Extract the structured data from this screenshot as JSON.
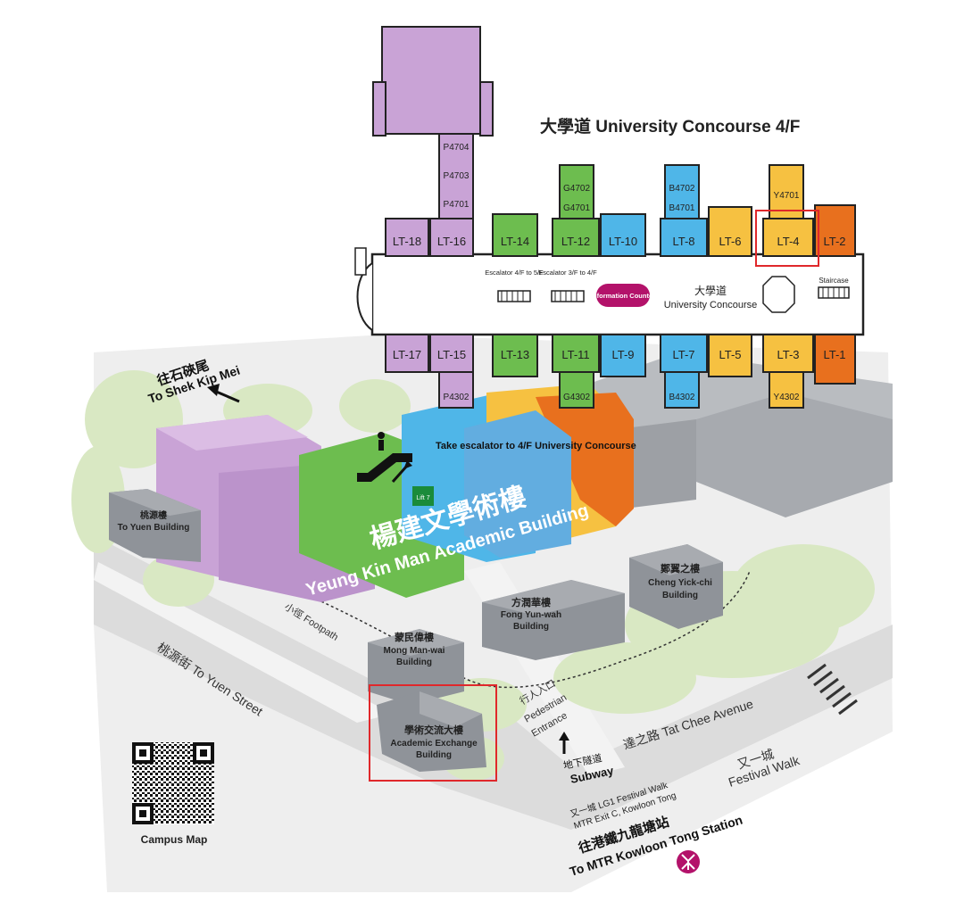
{
  "colors": {
    "purple": "#c9a3d6",
    "green": "#6dbd4f",
    "blue": "#4fb6e8",
    "yellow": "#f6c141",
    "orange": "#e8701e",
    "magenta": "#b3126a",
    "grey_building": "#8f9399",
    "tree": "#d9e8c3",
    "highlight": "#e0282b"
  },
  "floor_title": "大學道 University Concourse 4/F",
  "concourse": {
    "zh": "大學道",
    "en": "University Concourse",
    "info_counter": "Information Counter",
    "escalator_a": "Escalator 4/F to 5/F",
    "escalator_b": "Escalator 3/F to 4/F",
    "staircase": "Staircase"
  },
  "rooms": {
    "p4704": "P4704",
    "p4703": "P4703",
    "p4701": "P4701",
    "g4702": "G4702",
    "g4701": "G4701",
    "b4702": "B4702",
    "b4701": "B4701",
    "y4701": "Y4701",
    "p4302": "P4302",
    "g4302": "G4302",
    "b4302": "B4302",
    "y4302": "Y4302"
  },
  "lecture_theatres_top": [
    "LT-18",
    "LT-16",
    "LT-14",
    "LT-12",
    "LT-10",
    "LT-8",
    "LT-6",
    "LT-4",
    "LT-2"
  ],
  "lecture_theatres_bottom": [
    "LT-17",
    "LT-15",
    "LT-13",
    "LT-11",
    "LT-9",
    "LT-7",
    "LT-5",
    "LT-3",
    "LT-1"
  ],
  "escalator_note": "Take escalator to 4/F University Concourse",
  "lift": "Lift 7",
  "academic_building_zh": "楊建文學術樓",
  "academic_building_en": "Yeung Kin Man Academic Building",
  "buildings": {
    "to_yuen_zh": "桃源樓",
    "to_yuen_en": "To Yuen Building",
    "cheng_yick_chi_zh": "鄭翼之樓",
    "cheng_yick_chi_en1": "Cheng Yick-chi",
    "cheng_yick_chi_en2": "Building",
    "fong_yun_wah_zh": "方潤華樓",
    "fong_yun_wah_en1": "Fong Yun-wah",
    "fong_yun_wah_en2": "Building",
    "mong_man_wai_zh": "蒙民偉樓",
    "mong_man_wai_en1": "Mong Man-wai",
    "mong_man_wai_en2": "Building",
    "academic_exchange_zh": "學術交流大樓",
    "academic_exchange_en1": "Academic Exchange",
    "academic_exchange_en2": "Building"
  },
  "directions": {
    "shek_kip_mei_zh": "往石硤尾",
    "shek_kip_mei_en": "To Shek Kip Mei",
    "footpath": "小徑 Footpath",
    "to_yuen_street": "桃源街 To Yuen Street",
    "pedestrian_zh": "行人入口",
    "pedestrian_en1": "Pedestrian",
    "pedestrian_en2": "Entrance",
    "subway_zh": "地下隧道",
    "subway_en": "Subway",
    "tat_chee_avenue": "達之路  Tat Chee Avenue",
    "festival_walk_zh": "又一城",
    "festival_walk_en": "Festival Walk",
    "mtr_note1": "又一城 LG1 Festival Walk",
    "mtr_note2": "MTR Exit C, Kowloon Tong",
    "mtr_zh": "往港鐵九龍塘站",
    "mtr_en": "To MTR Kowloon Tong Station"
  },
  "campus_map_label": "Campus Map"
}
